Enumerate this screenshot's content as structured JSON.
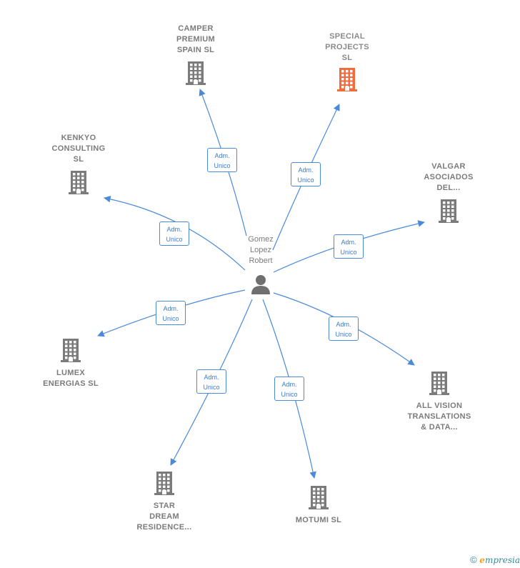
{
  "center": {
    "name": "Gomez\nLopez\nRobert",
    "icon": "person-icon"
  },
  "relation": {
    "line1": "Adm.",
    "line2": "Unico"
  },
  "colors": {
    "edge": "#4a8ad8",
    "building": "#7b7b7b",
    "building_highlight": "#f26b3a"
  },
  "companies": [
    {
      "id": "camper",
      "name": "CAMPER\nPREMIUM\nSPAIN  SL",
      "highlight": false
    },
    {
      "id": "special",
      "name": "SPECIAL\nPROJECTS\nSL",
      "highlight": true
    },
    {
      "id": "kenkyo",
      "name": "KENKYO\nCONSULTING\nSL",
      "highlight": false
    },
    {
      "id": "valgar",
      "name": "VALGAR\nASOCIADOS\nDEL...",
      "highlight": false
    },
    {
      "id": "lumex",
      "name": "LUMEX\nENERGIAS SL",
      "highlight": false
    },
    {
      "id": "allvision",
      "name": "ALL VISION\nTRANSLATIONS\n& DATA...",
      "highlight": false
    },
    {
      "id": "star",
      "name": "STAR\nDREAM\nRESIDENCE...",
      "highlight": false
    },
    {
      "id": "motumi",
      "name": "MOTUMI  SL",
      "highlight": false
    }
  ],
  "footer": {
    "copyright": "©",
    "brand_e": "e",
    "brand_rest": "mpresia"
  }
}
